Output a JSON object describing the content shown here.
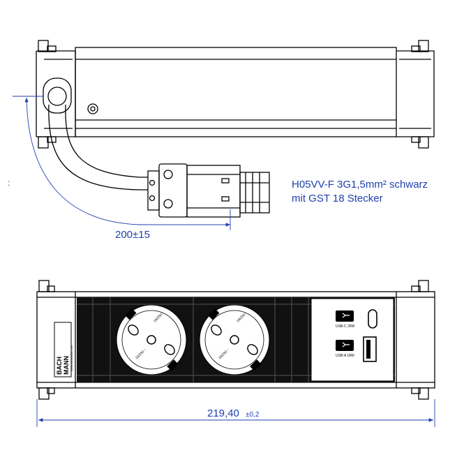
{
  "annotations": {
    "cable_line1": "H05VV-F 3G1,5mm² schwarz",
    "cable_line2": "mit GST 18 Stecker",
    "cable_length": "200±15",
    "total_length_main": "219,40",
    "total_length_tol": "±0,2",
    "stray_mark": ":"
  },
  "device": {
    "brand_line1": "BACH",
    "brand_line2": "MANN",
    "website": "www.bachmann.com",
    "usb_c_label": "USB-C 20W",
    "usb_a_label": "USB-A 18W",
    "socket_rating_top": "16/250~",
    "socket_rating_bottom": "16/250 ~"
  },
  "colors": {
    "dimension": "#1f3fae",
    "outline": "#000000",
    "panel": "#111111"
  }
}
